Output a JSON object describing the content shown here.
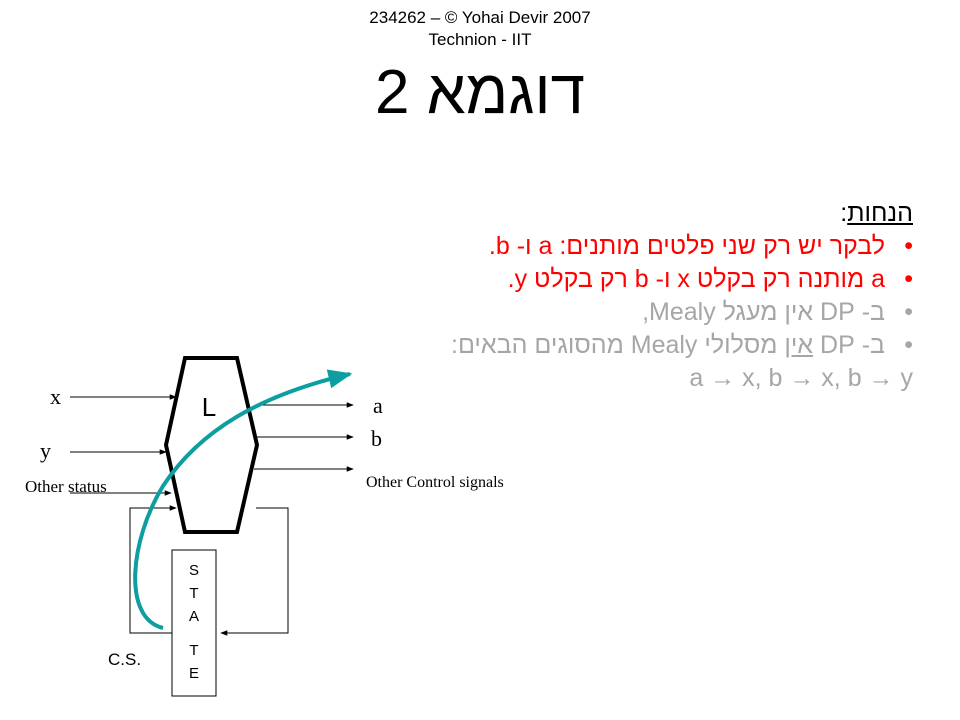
{
  "header": {
    "line1": "234262 – © Yohai Devir 2007",
    "line2": "Technion - IIT"
  },
  "title": "דוגמא 2",
  "assumptions": {
    "heading": "הנחות",
    "heading_colon": ":",
    "bullet_glyph": "•",
    "items": [
      {
        "text": "לבקר יש רק שני פלטים מותנים: a ו- b."
      },
      {
        "text": "a מותנה רק בקלט x  ו- b רק בקלט y."
      },
      {
        "text": "ב- DP אין מעגל Mealy,"
      },
      {
        "prefix": "ב- DP ",
        "underlined": "אין",
        "suffix": " מסלולי Mealy מהסוגים הבאים:"
      }
    ],
    "formula": "a → x,  b → x, b → y"
  },
  "diagram": {
    "logic_block_label": "L",
    "inputs": [
      "x",
      "y",
      "Other status"
    ],
    "outputs": [
      "a",
      "b",
      "Other Control signals"
    ],
    "state_letters": [
      "S",
      "T",
      "A",
      "T",
      "E"
    ],
    "cs_label": "C.S.",
    "colors": {
      "mealy_path": "#0c9ea0",
      "line": "#000000"
    }
  }
}
